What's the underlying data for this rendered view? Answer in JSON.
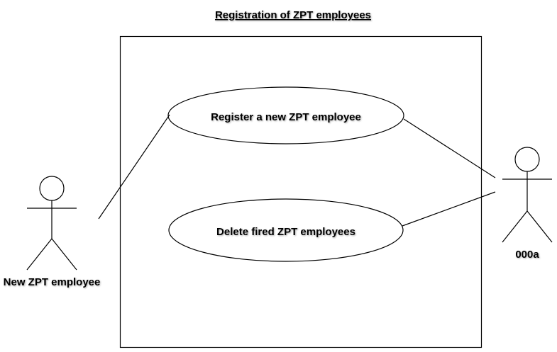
{
  "diagram": {
    "title": "Registration of ZPT employees",
    "use_cases": [
      {
        "label": "Register a new ZPT employee"
      },
      {
        "label": "Delete fired ZPT employees"
      }
    ],
    "actors": [
      {
        "label": "New ZPT employee"
      },
      {
        "label": "000a"
      }
    ]
  },
  "colors": {
    "stroke": "#000000",
    "background": "#ffffff"
  }
}
